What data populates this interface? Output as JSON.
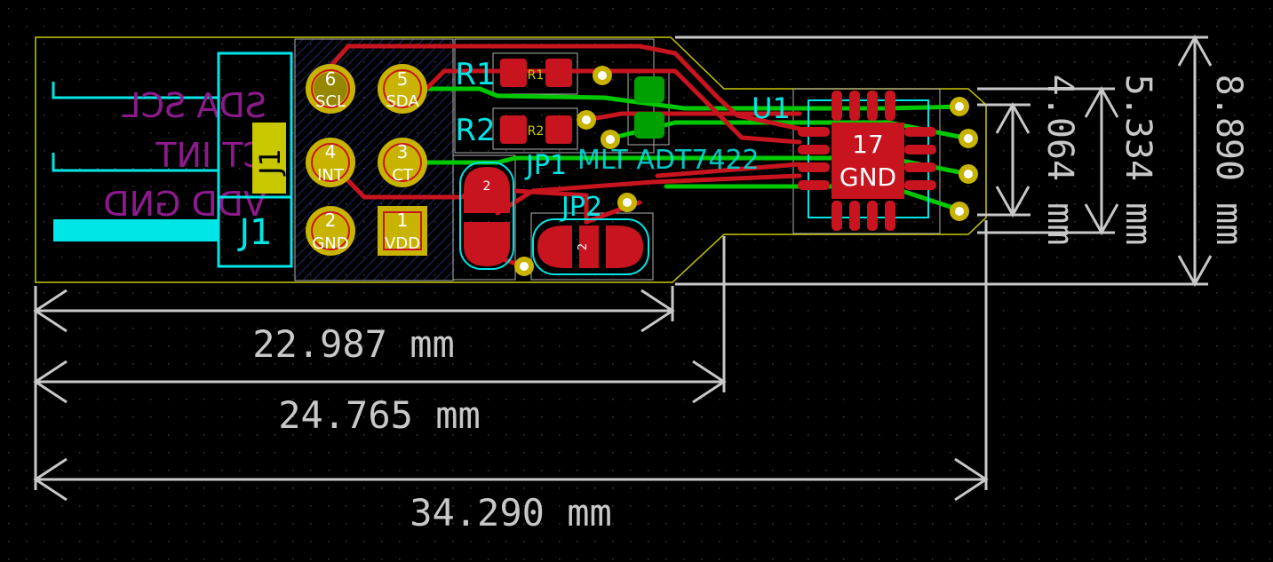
{
  "colors": {
    "background": "#000000",
    "grid_dots": "#3a3a3a",
    "edge_cuts": "#c8c800",
    "dimension": "#c8c8c8",
    "f_cu": "#c8141e",
    "b_cu": "#00c800",
    "silkscreen": "#00e5e5",
    "back_silk": "#8c1a8c",
    "pad_ring": "#c8b400",
    "courtyard": "#d0d0d0"
  },
  "connector": {
    "reference": "J1",
    "pads": [
      {
        "num": "6",
        "name": "SCL"
      },
      {
        "num": "5",
        "name": "SDA"
      },
      {
        "num": "4",
        "name": "INT"
      },
      {
        "num": "3",
        "name": "CT"
      },
      {
        "num": "2",
        "name": "GND"
      },
      {
        "num": "1",
        "name": "VDD"
      }
    ],
    "back_labels": [
      "SDA SCL",
      "CT INT",
      "VDD GND"
    ]
  },
  "resistors": [
    {
      "reference": "R1",
      "pad_label": "R1"
    },
    {
      "reference": "R2",
      "pad_label": "R2"
    }
  ],
  "jumpers": [
    {
      "reference": "JP1",
      "pad_number": "2"
    },
    {
      "reference": "JP2",
      "pad_number": "2"
    }
  ],
  "ic": {
    "reference": "U1",
    "value_fragment": "MLT ADT7422",
    "thermal_pad_number": "17",
    "thermal_pad_net": "GND"
  },
  "dimensions": {
    "horizontal": [
      "22.987 mm",
      "24.765 mm",
      "34.290 mm"
    ],
    "vertical": [
      "4.064 mm",
      "5.334 mm",
      "8.890 mm"
    ]
  }
}
